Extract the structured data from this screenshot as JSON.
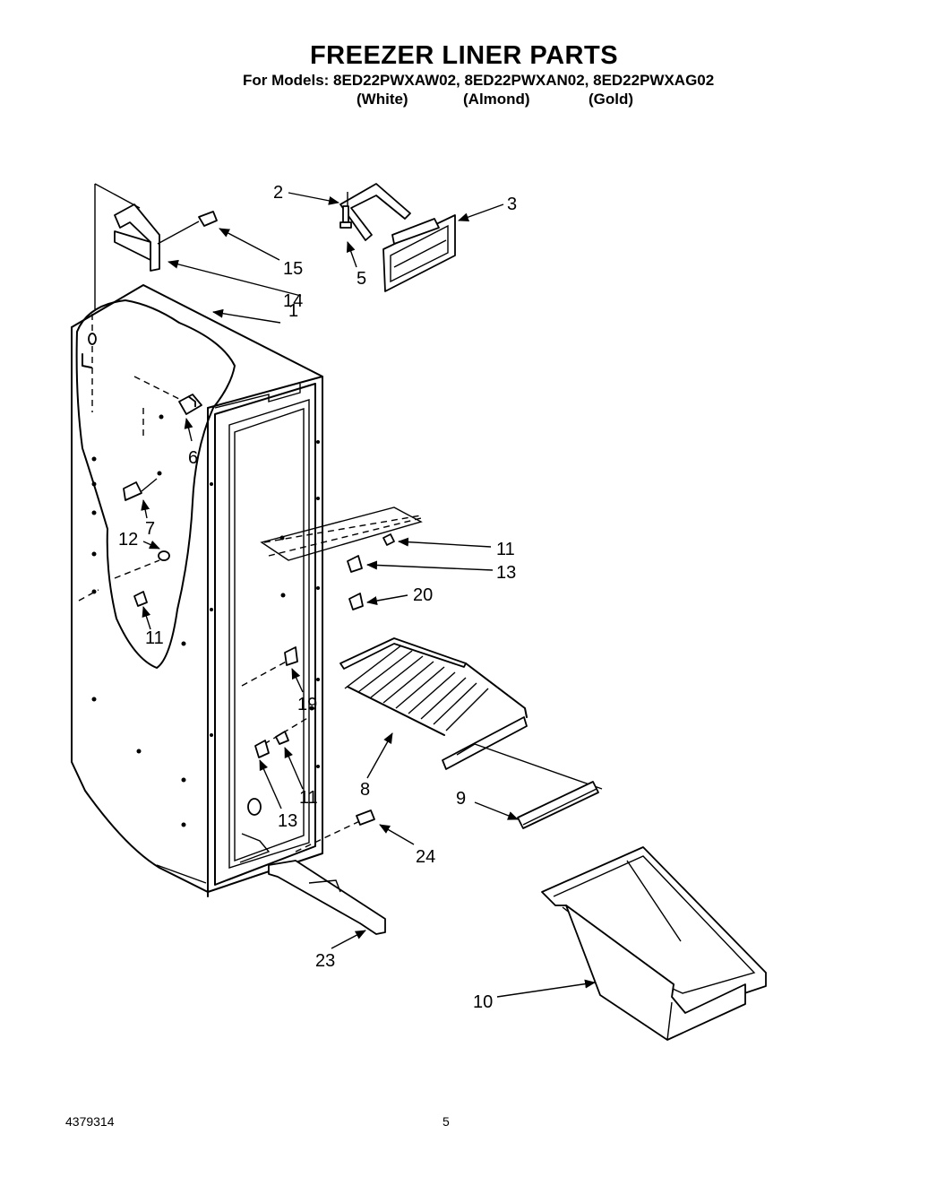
{
  "header": {
    "title": "FREEZER LINER PARTS",
    "models_line": "For Models: 8ED22PWXAW02, 8ED22PWXAN02, 8ED22PWXAG02",
    "colors": [
      "(White)",
      "(Almond)",
      "(Gold)"
    ]
  },
  "callouts": [
    "1",
    "2",
    "3",
    "5",
    "6",
    "7",
    "8",
    "9",
    "10",
    "11",
    "11",
    "11",
    "12",
    "13",
    "13",
    "14",
    "15",
    "19",
    "20",
    "23",
    "24"
  ],
  "footer": {
    "part_number": "4379314",
    "page_number": "5"
  }
}
